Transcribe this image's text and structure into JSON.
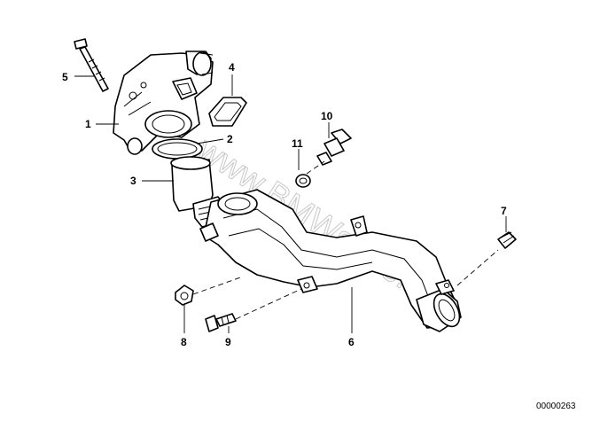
{
  "watermark": "www.BMWstore.it",
  "doc_number": "00000263",
  "callouts": [
    {
      "id": "callout-1",
      "label": "1"
    },
    {
      "id": "callout-2",
      "label": "2"
    },
    {
      "id": "callout-3",
      "label": "3"
    },
    {
      "id": "callout-4",
      "label": "4"
    },
    {
      "id": "callout-5",
      "label": "5"
    },
    {
      "id": "callout-6",
      "label": "6"
    },
    {
      "id": "callout-7",
      "label": "7"
    },
    {
      "id": "callout-8",
      "label": "8"
    },
    {
      "id": "callout-9",
      "label": "9"
    },
    {
      "id": "callout-10",
      "label": "10"
    },
    {
      "id": "callout-11",
      "label": "11"
    }
  ]
}
